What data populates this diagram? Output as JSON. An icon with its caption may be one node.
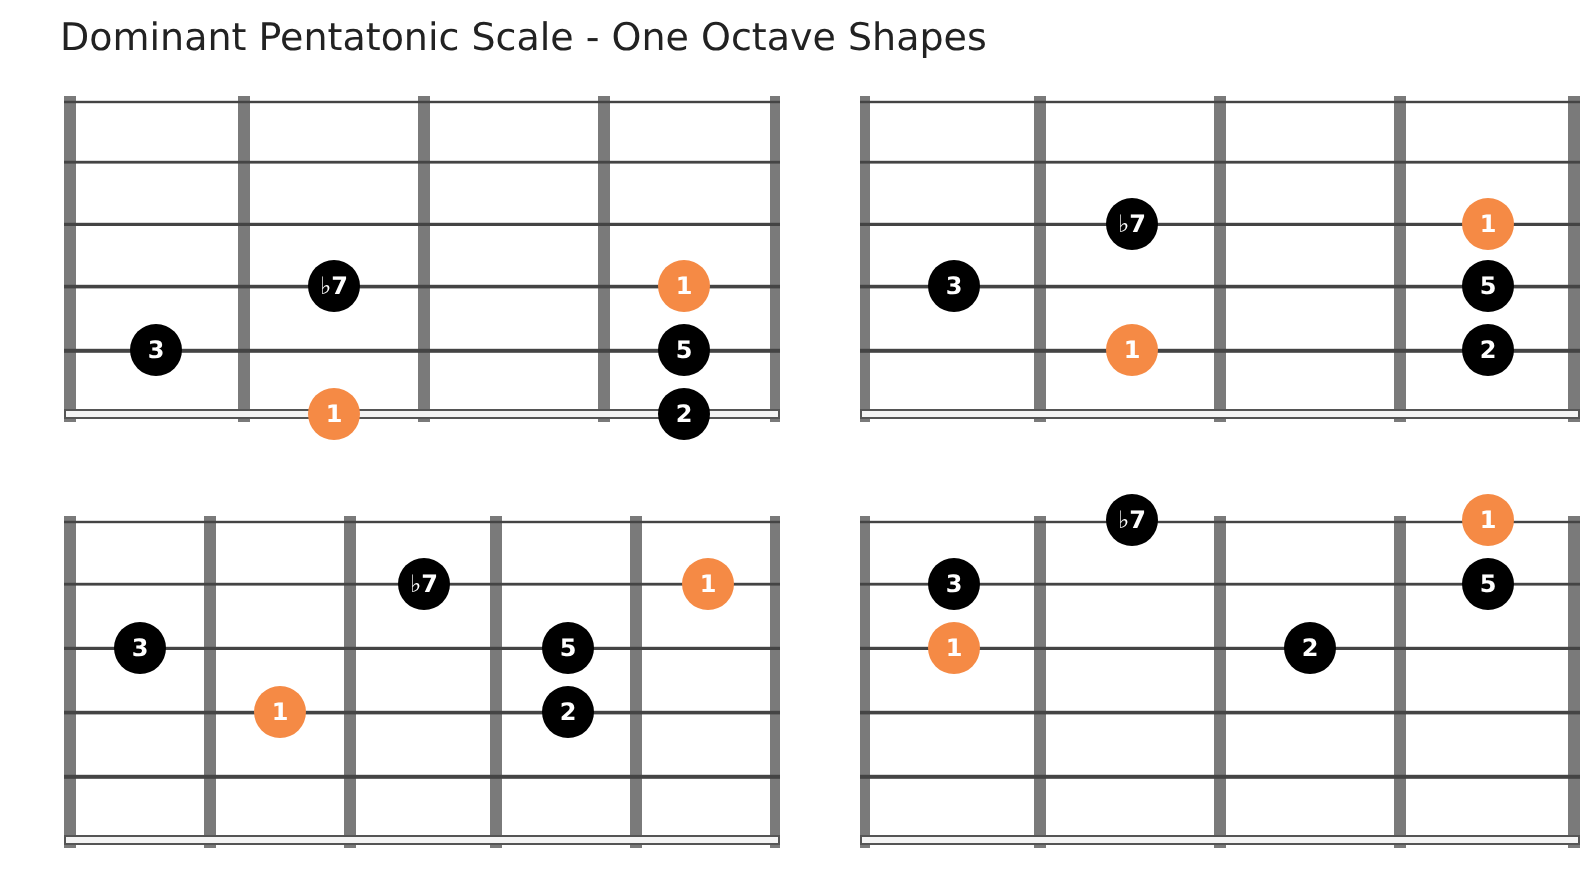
{
  "diagram": {
    "title": "Dominant Pentatonic Scale - One Octave Shapes",
    "nodes": [
      {
        "text": [
          "♭7"
        ]
      },
      {
        "text": [
          "1"
        ]
      },
      {
        "text": [
          "3"
        ]
      },
      {
        "text": [
          "5"
        ]
      },
      {
        "text": [
          "1"
        ]
      },
      {
        "text": [
          "2"
        ]
      },
      {
        "text": [
          "♭7"
        ]
      },
      {
        "text": [
          "1"
        ]
      },
      {
        "text": [
          "3"
        ]
      },
      {
        "text": [
          "5"
        ]
      },
      {
        "text": [
          "1"
        ]
      },
      {
        "text": [
          "2"
        ]
      },
      {
        "text": [
          "♭7"
        ]
      },
      {
        "text": [
          "1"
        ]
      },
      {
        "text": [
          "3"
        ]
      },
      {
        "text": [
          "5"
        ]
      },
      {
        "text": [
          "1"
        ]
      },
      {
        "text": [
          "2"
        ]
      },
      {
        "text": [
          "♭7"
        ]
      },
      {
        "text": [
          "1"
        ]
      },
      {
        "text": [
          "3"
        ]
      },
      {
        "text": [
          "5"
        ]
      },
      {
        "text": [
          "1"
        ]
      },
      {
        "text": [
          "2"
        ]
      }
    ]
  }
}
